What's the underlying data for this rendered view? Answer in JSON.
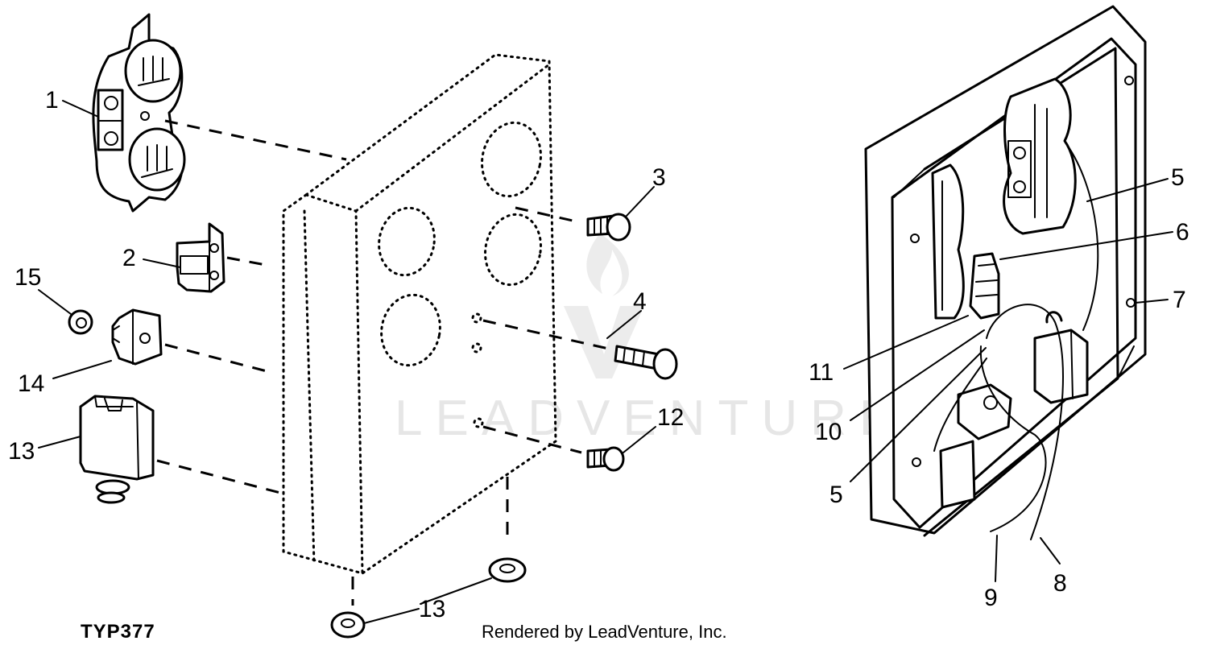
{
  "figure_code": "TYP377",
  "credit": "Rendered by LeadVenture, Inc.",
  "watermark": "LEADVENTURE",
  "callouts": {
    "c1": "1",
    "c2": "2",
    "c3": "3",
    "c4": "4",
    "c5a": "5",
    "c5b": "5",
    "c6": "6",
    "c7": "7",
    "c8": "8",
    "c9": "9",
    "c10": "10",
    "c11": "11",
    "c12": "12",
    "c13a": "13",
    "c13b": "13",
    "c14": "14",
    "c15": "15"
  },
  "colors": {
    "ink": "#000000",
    "watermark": "#e6e6e6",
    "background": "#ffffff"
  }
}
